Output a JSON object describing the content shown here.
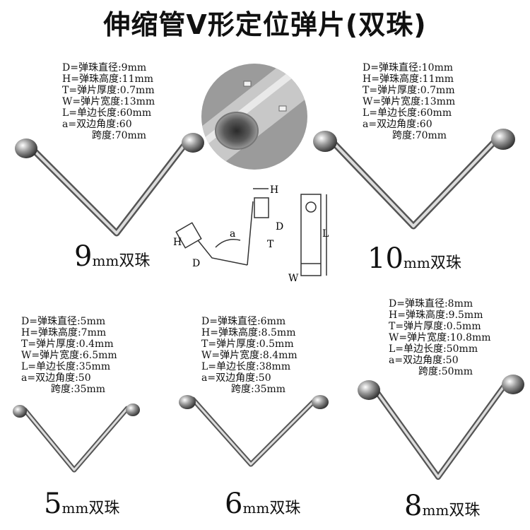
{
  "title": "伸缩管V形定位弹片(双珠)",
  "unit": "mm",
  "suffix": "双珠",
  "diagram_labels": {
    "h": "H",
    "d": "D",
    "a": "a",
    "t": "T",
    "l": "L",
    "w": "W"
  },
  "products": [
    {
      "size": "9",
      "specs": [
        "D=弹珠直径:9mm",
        "H=弹珠高度:11mm",
        "T=弹片厚度:0.7mm",
        "W=弹片宽度:13mm",
        "L=单边长度:60mm",
        "a=双边角度:60"
      ],
      "span": "跨度:70mm"
    },
    {
      "size": "10",
      "specs": [
        "D=弹珠直径:10mm",
        "H=弹珠高度:11mm",
        "T=弹片厚度:0.7mm",
        "W=弹片宽度:13mm",
        "L=单边长度:60mm",
        "a=双边角度:60"
      ],
      "span": "跨度:70mm"
    },
    {
      "size": "5",
      "specs": [
        "D=弹珠直径:5mm",
        "H=弹珠高度:7mm",
        "T=弹片厚度:0.4mm",
        "W=弹片宽度:6.5mm",
        "L=单边长度:35mm",
        "a=双边角度:50"
      ],
      "span": "跨度:35mm"
    },
    {
      "size": "6",
      "specs": [
        "D=弹珠直径:6mm",
        "H=弹珠高度:8.5mm",
        "T=弹片厚度:0.5mm",
        "W=弹片宽度:8.4mm",
        "L=单边长度:38mm",
        "a=双边角度:50"
      ],
      "span": "跨度:35mm"
    },
    {
      "size": "8",
      "specs": [
        "D=弹珠直径:8mm",
        "H=弹珠高度:9.5mm",
        "T=弹片厚度:0.5mm",
        "W=弹片宽度:10.8mm",
        "L=单边长度:50mm",
        "a=双边角度:50"
      ],
      "span": "跨度:50mm"
    }
  ]
}
